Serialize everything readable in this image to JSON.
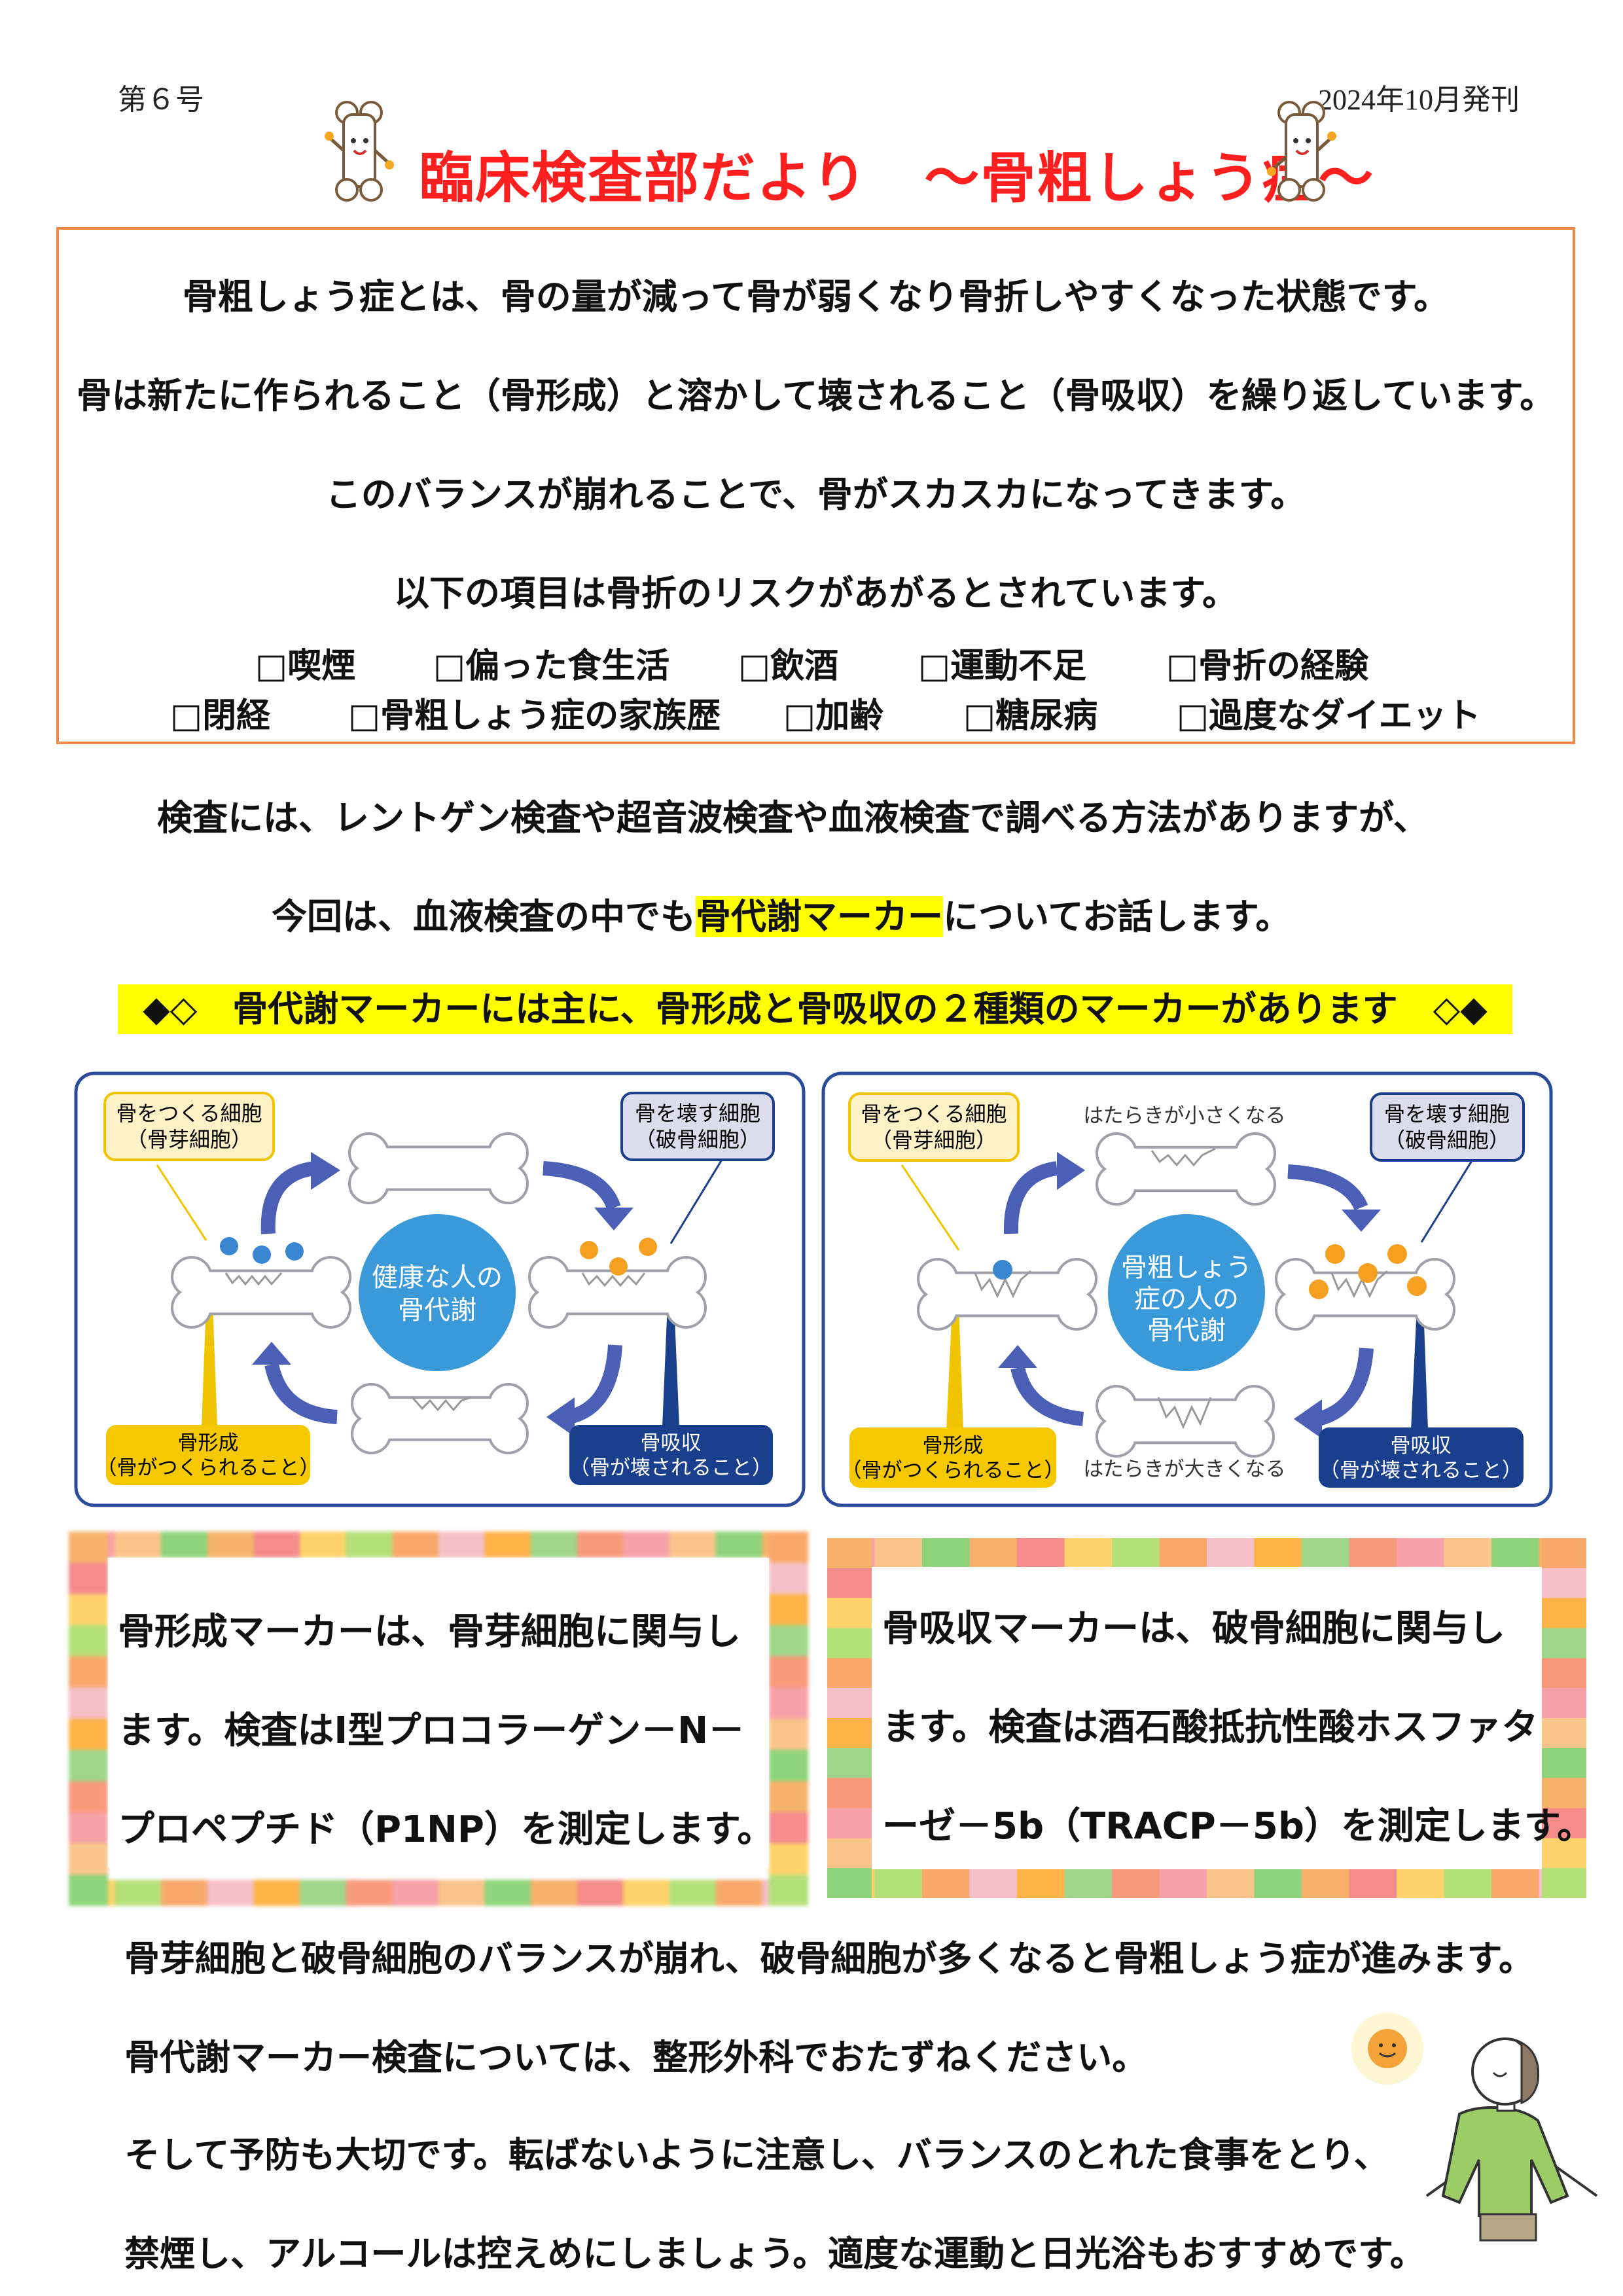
{
  "header": {
    "issue": "第６号",
    "date": "2024年10月発刊",
    "title": "臨床検査部だより　～骨粗しょう症～"
  },
  "intro": {
    "lines": [
      "骨粗しょう症とは、骨の量が減って骨が弱くなり骨折しやすくなった状態です。",
      "骨は新たに作られること（骨形成）と溶かして壊されること（骨吸収）を繰り返しています。",
      "このバランスが崩れることで、骨がスカスカになってきます。",
      "以下の項目は骨折のリスクがあがるとされています。"
    ],
    "checklist_row1": [
      "□喫煙",
      "□偏った食生活",
      "□飲酒",
      "□運動不足",
      "□骨折の経験"
    ],
    "checklist_row2": [
      "□閉経",
      "□骨粗しょう症の家族歴",
      "□加齢",
      "□糖尿病",
      "□過度なダイエット"
    ]
  },
  "tests": {
    "line1": "検査には、レントゲン検査や超音波検査や血液検査で調べる方法がありますが、",
    "line2_pre": "今回は、血液検査の中でも",
    "line2_highlight": "骨代謝マーカー",
    "line2_post": "についてお話します。",
    "banner": "◆◇　骨代謝マーカーには主に、骨形成と骨吸収の２種類のマーカーがあります　◇◆"
  },
  "diagram_healthy": {
    "builder_label": [
      "骨をつくる細胞",
      "（骨芽細胞）"
    ],
    "breaker_label": [
      "骨を壊す細胞",
      "（破骨細胞）"
    ],
    "center": [
      "健康な人の",
      "骨代謝"
    ],
    "formation": [
      "骨形成",
      "（骨がつくられること）"
    ],
    "resorption": [
      "骨吸収",
      "（骨が壊されること）"
    ]
  },
  "diagram_osteoporosis": {
    "builder_label": [
      "骨をつくる細胞",
      "（骨芽細胞）"
    ],
    "breaker_label": [
      "骨を壊す細胞",
      "（破骨細胞）"
    ],
    "center": [
      "骨粗しょう",
      "症の人の",
      "骨代謝"
    ],
    "formation": [
      "骨形成",
      "（骨がつくられること）"
    ],
    "resorption": [
      "骨吸収",
      "（骨が壊されること）"
    ],
    "top_note": "はたらきが小さくなる",
    "bottom_note": "はたらきが大きくなる"
  },
  "markers": {
    "formation": [
      "骨形成マーカーは、骨芽細胞に関与し",
      "ます。検査はⅠ型プロコラーゲン－N－",
      "プロペプチド（P1NP）を測定します。"
    ],
    "resorption": [
      "骨吸収マーカーは、破骨細胞に関与し",
      "ます。検査は酒石酸抵抗性酸ホスファタ",
      "ーゼ－5b（TRACP－5b）を測定します。"
    ]
  },
  "closing": [
    "骨芽細胞と破骨細胞のバランスが崩れ、破骨細胞が多くなると骨粗しょう症が進みます。",
    "骨代謝マーカー検査については、整形外科でおたずねください。",
    "そして予防も大切です。転ばないように注意し、バランスのとれた食事をとり、",
    "禁煙し、アルコールは控えめにしましょう。適度な運動と日光浴もおすすめです。"
  ],
  "colors": {
    "title": "#ff1f1f",
    "frame": "#ef8a4a",
    "highlight": "#ffff00",
    "diagram_blue": "#3a9ad9",
    "arrow": "#4a5fb5",
    "navy": "#1a3f8c",
    "gold": "#f5c800"
  }
}
